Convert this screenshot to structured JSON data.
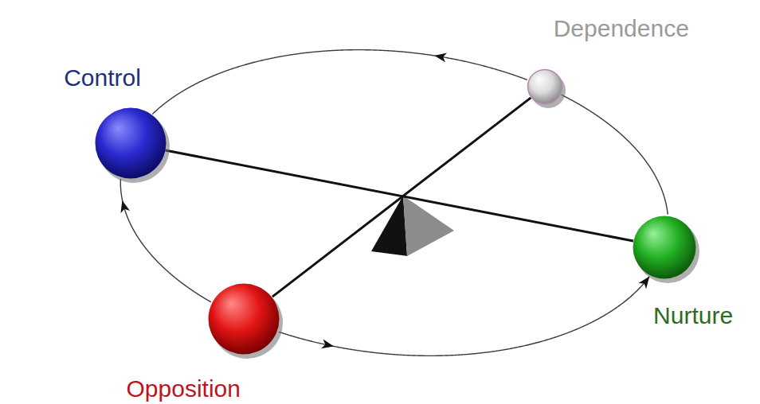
{
  "diagram": {
    "nodes": [
      {
        "text": [
          "Dependence"
        ]
      },
      {
        "text": [
          "Control"
        ]
      },
      {
        "text": [
          "Nurture"
        ]
      },
      {
        "text": [
          "Opposition"
        ]
      }
    ],
    "edges": [
      {
        "from": 0,
        "to": 1,
        "arrow": "to"
      },
      {
        "from": 3,
        "to": 1,
        "arrow": "to"
      },
      {
        "from": 3,
        "to": 2,
        "arrow": "to"
      },
      {
        "from": 2,
        "to": 0,
        "arrow": "none"
      },
      {
        "from": 1,
        "to": 2,
        "arrow": "none"
      },
      {
        "from": 3,
        "to": 0,
        "arrow": "none"
      }
    ]
  }
}
